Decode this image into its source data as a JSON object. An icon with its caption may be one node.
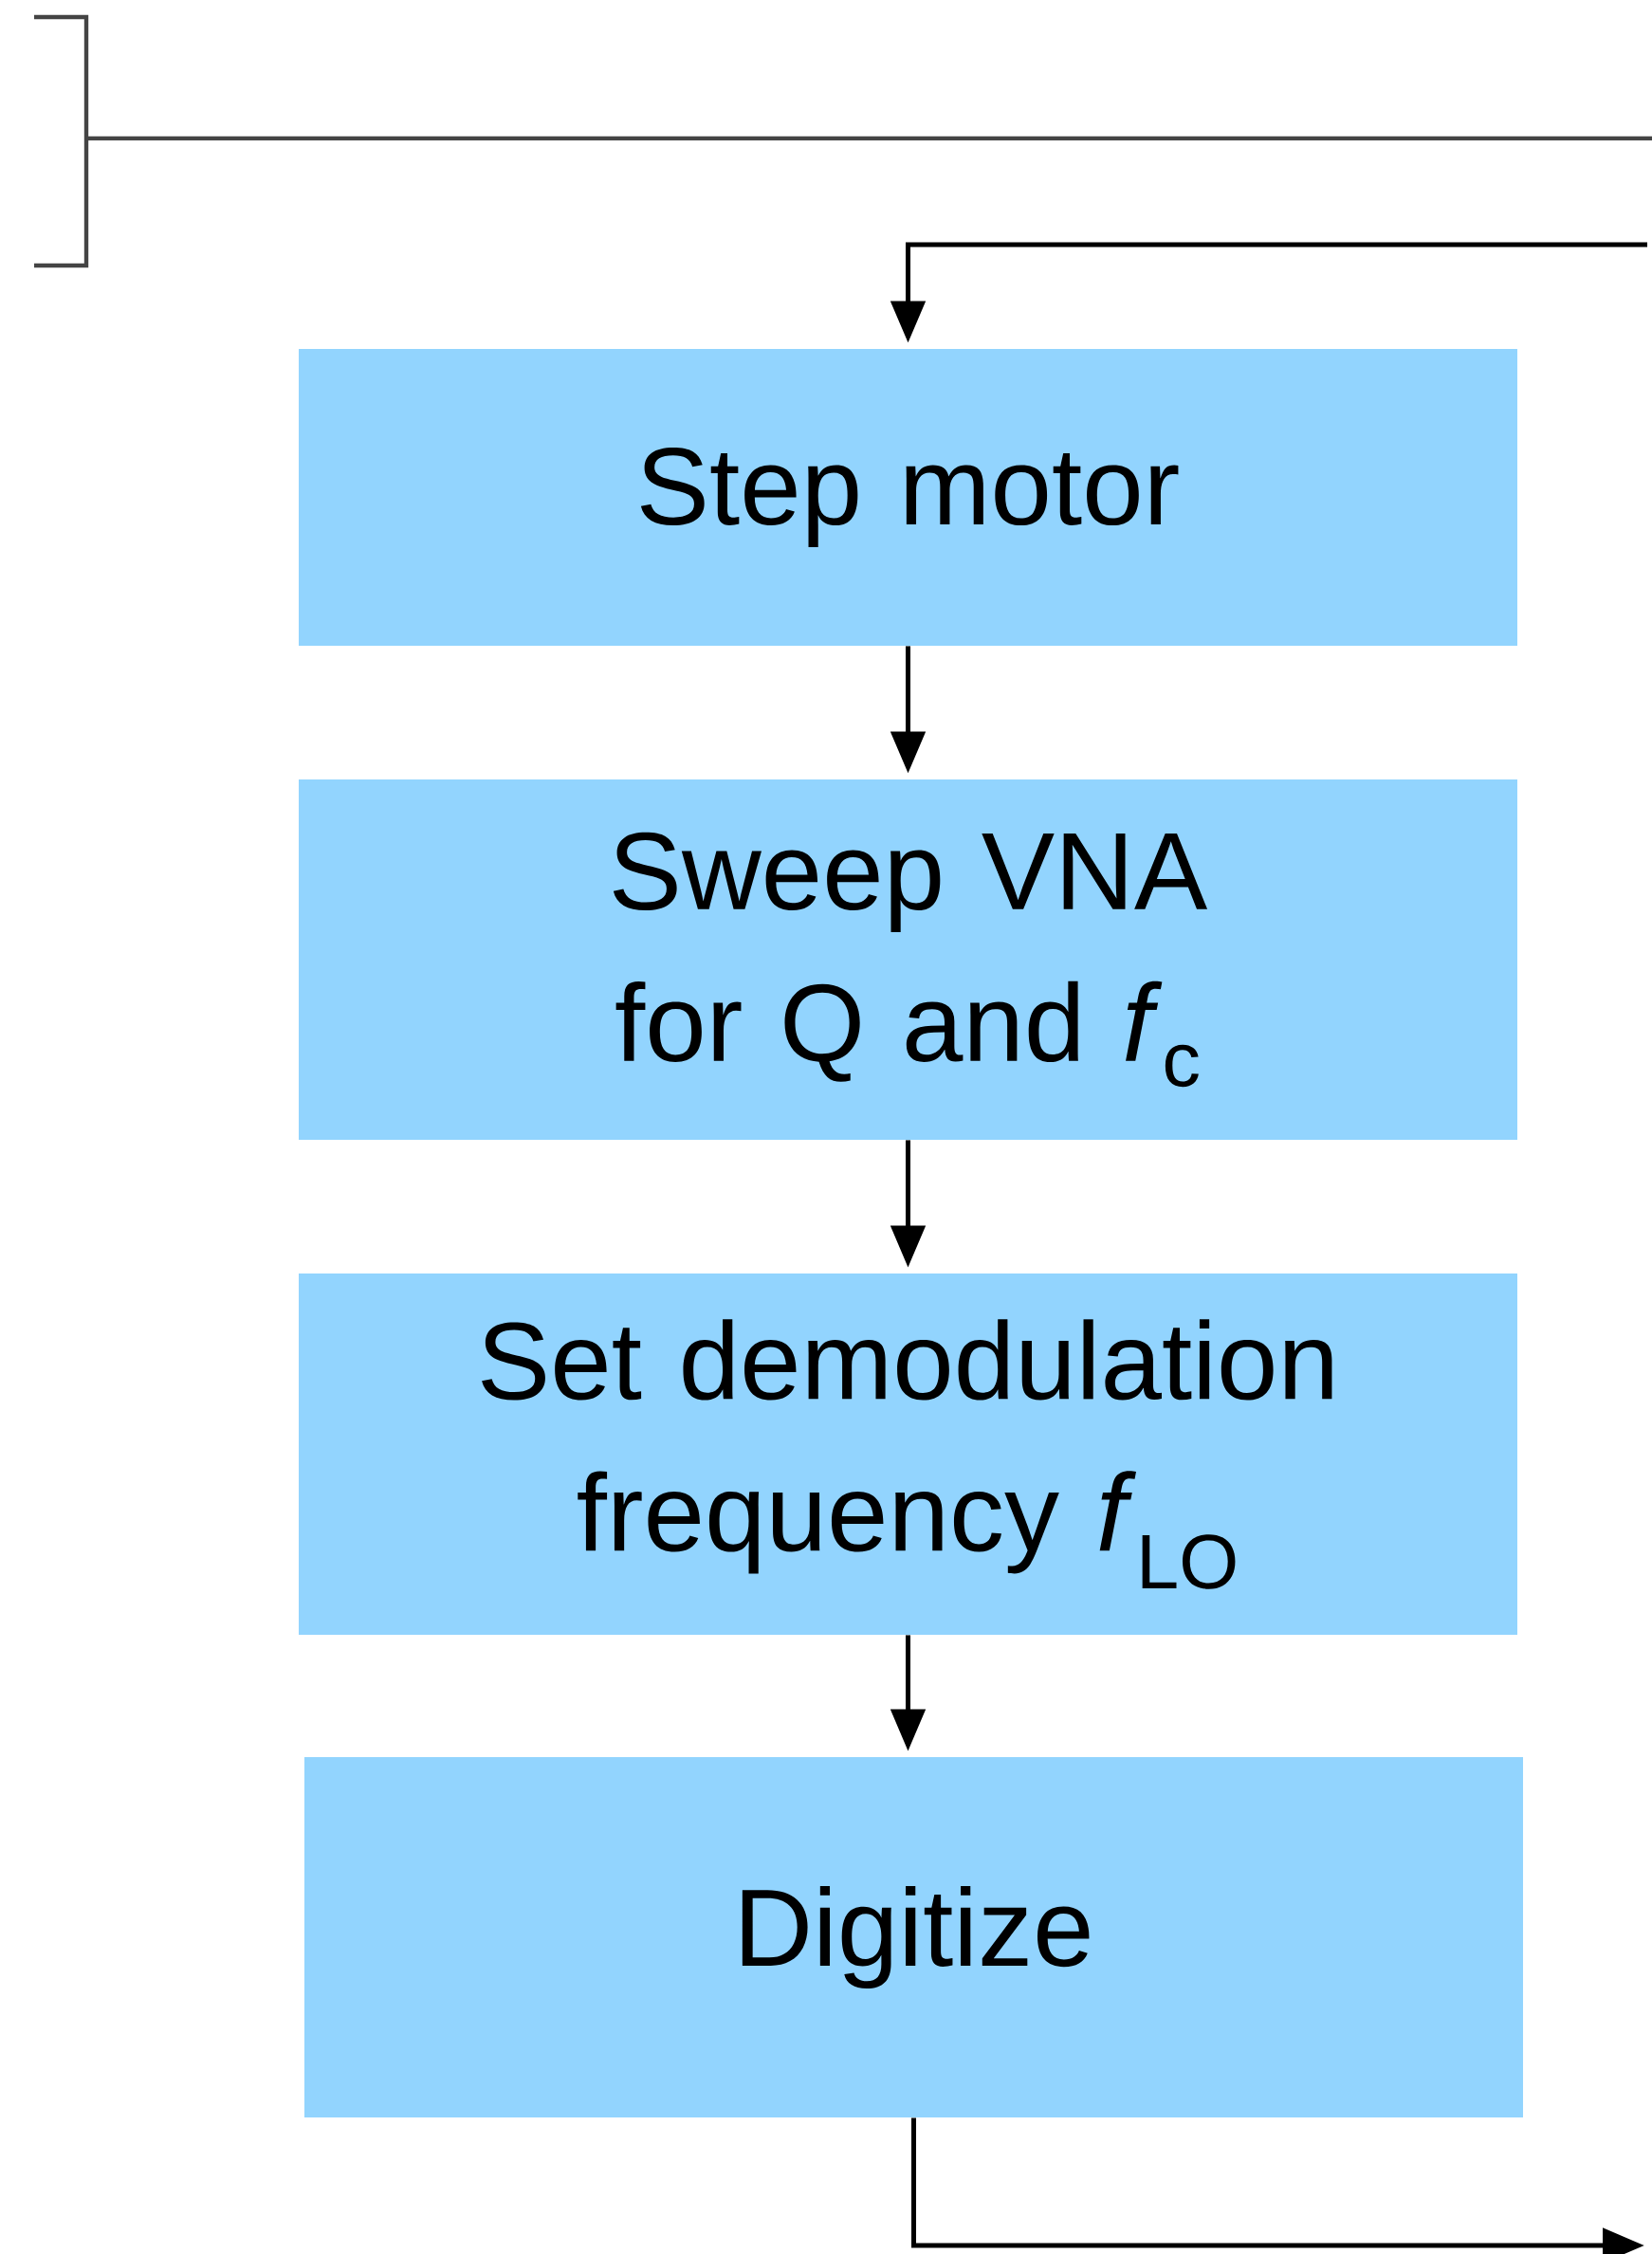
{
  "diagram": {
    "nodes": [
      {
        "text": [
          "Step motor"
        ]
      },
      {
        "text": [
          "Sweep VNA for Q and *f*$_{c}$"
        ]
      },
      {
        "text": [
          "Set demodulation frequency *f*$_{LO}$"
        ]
      },
      {
        "text": [
          "Digitize"
        ]
      }
    ],
    "edges": [
      {
        "from": null,
        "to": 0,
        "arrow": "to"
      },
      {
        "from": 0,
        "to": 1,
        "arrow": "to"
      },
      {
        "from": 1,
        "to": 2,
        "arrow": "to"
      },
      {
        "from": 2,
        "to": 3,
        "arrow": "to"
      },
      {
        "from": 3,
        "to": null,
        "arrow": "to"
      }
    ]
  }
}
